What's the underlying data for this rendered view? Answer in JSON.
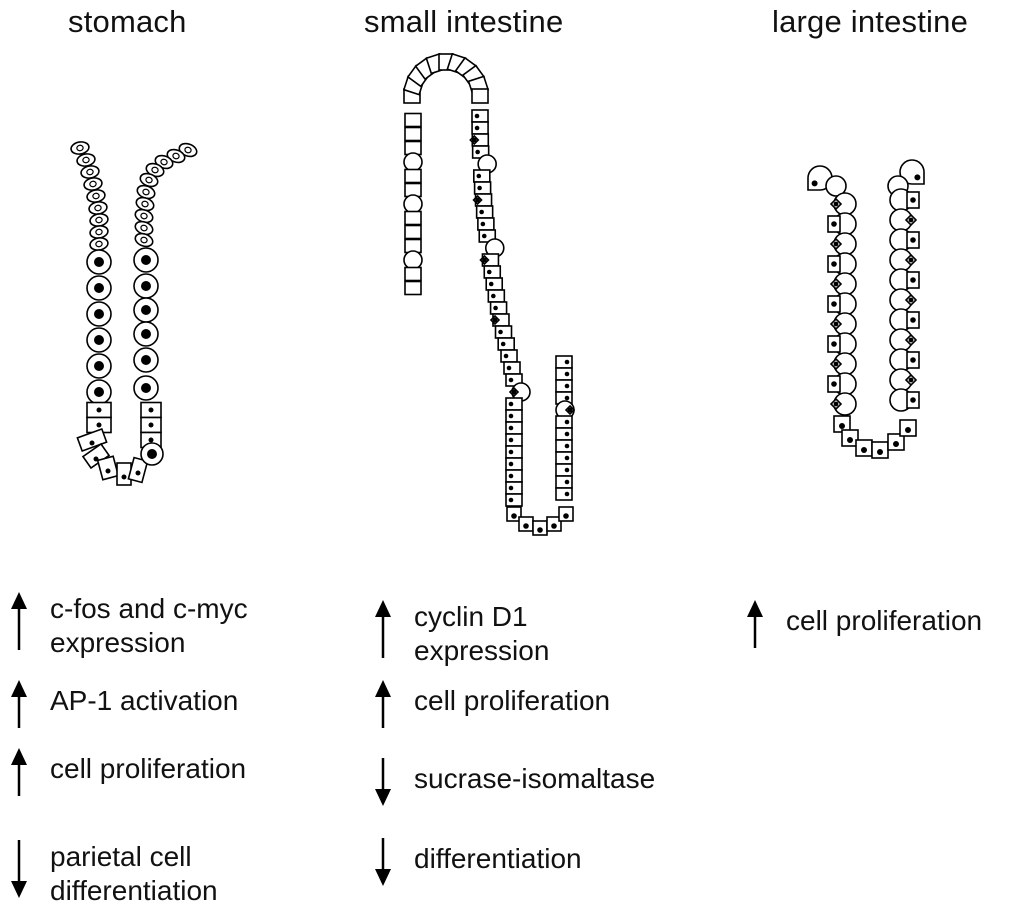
{
  "columns": [
    {
      "id": "stomach",
      "title": "stomach",
      "effects": [
        {
          "direction": "up",
          "lines": [
            "c-fos and c-myc",
            "expression"
          ]
        },
        {
          "direction": "up",
          "lines": [
            "AP-1 activation"
          ]
        },
        {
          "direction": "up",
          "lines": [
            "cell proliferation"
          ]
        },
        {
          "direction": "down",
          "lines": [
            "parietal cell",
            "differentiation"
          ]
        }
      ]
    },
    {
      "id": "small-intestine",
      "title": "small intestine",
      "effects": [
        {
          "direction": "up",
          "lines": [
            "cyclin D1",
            "expression"
          ]
        },
        {
          "direction": "up",
          "lines": [
            "cell proliferation"
          ]
        },
        {
          "direction": "down",
          "lines": [
            "sucrase-isomaltase"
          ]
        },
        {
          "direction": "down",
          "lines": [
            "differentiation"
          ]
        }
      ]
    },
    {
      "id": "large-intestine",
      "title": "large intestine",
      "effects": [
        {
          "direction": "up",
          "lines": [
            "cell proliferation"
          ]
        }
      ]
    }
  ]
}
